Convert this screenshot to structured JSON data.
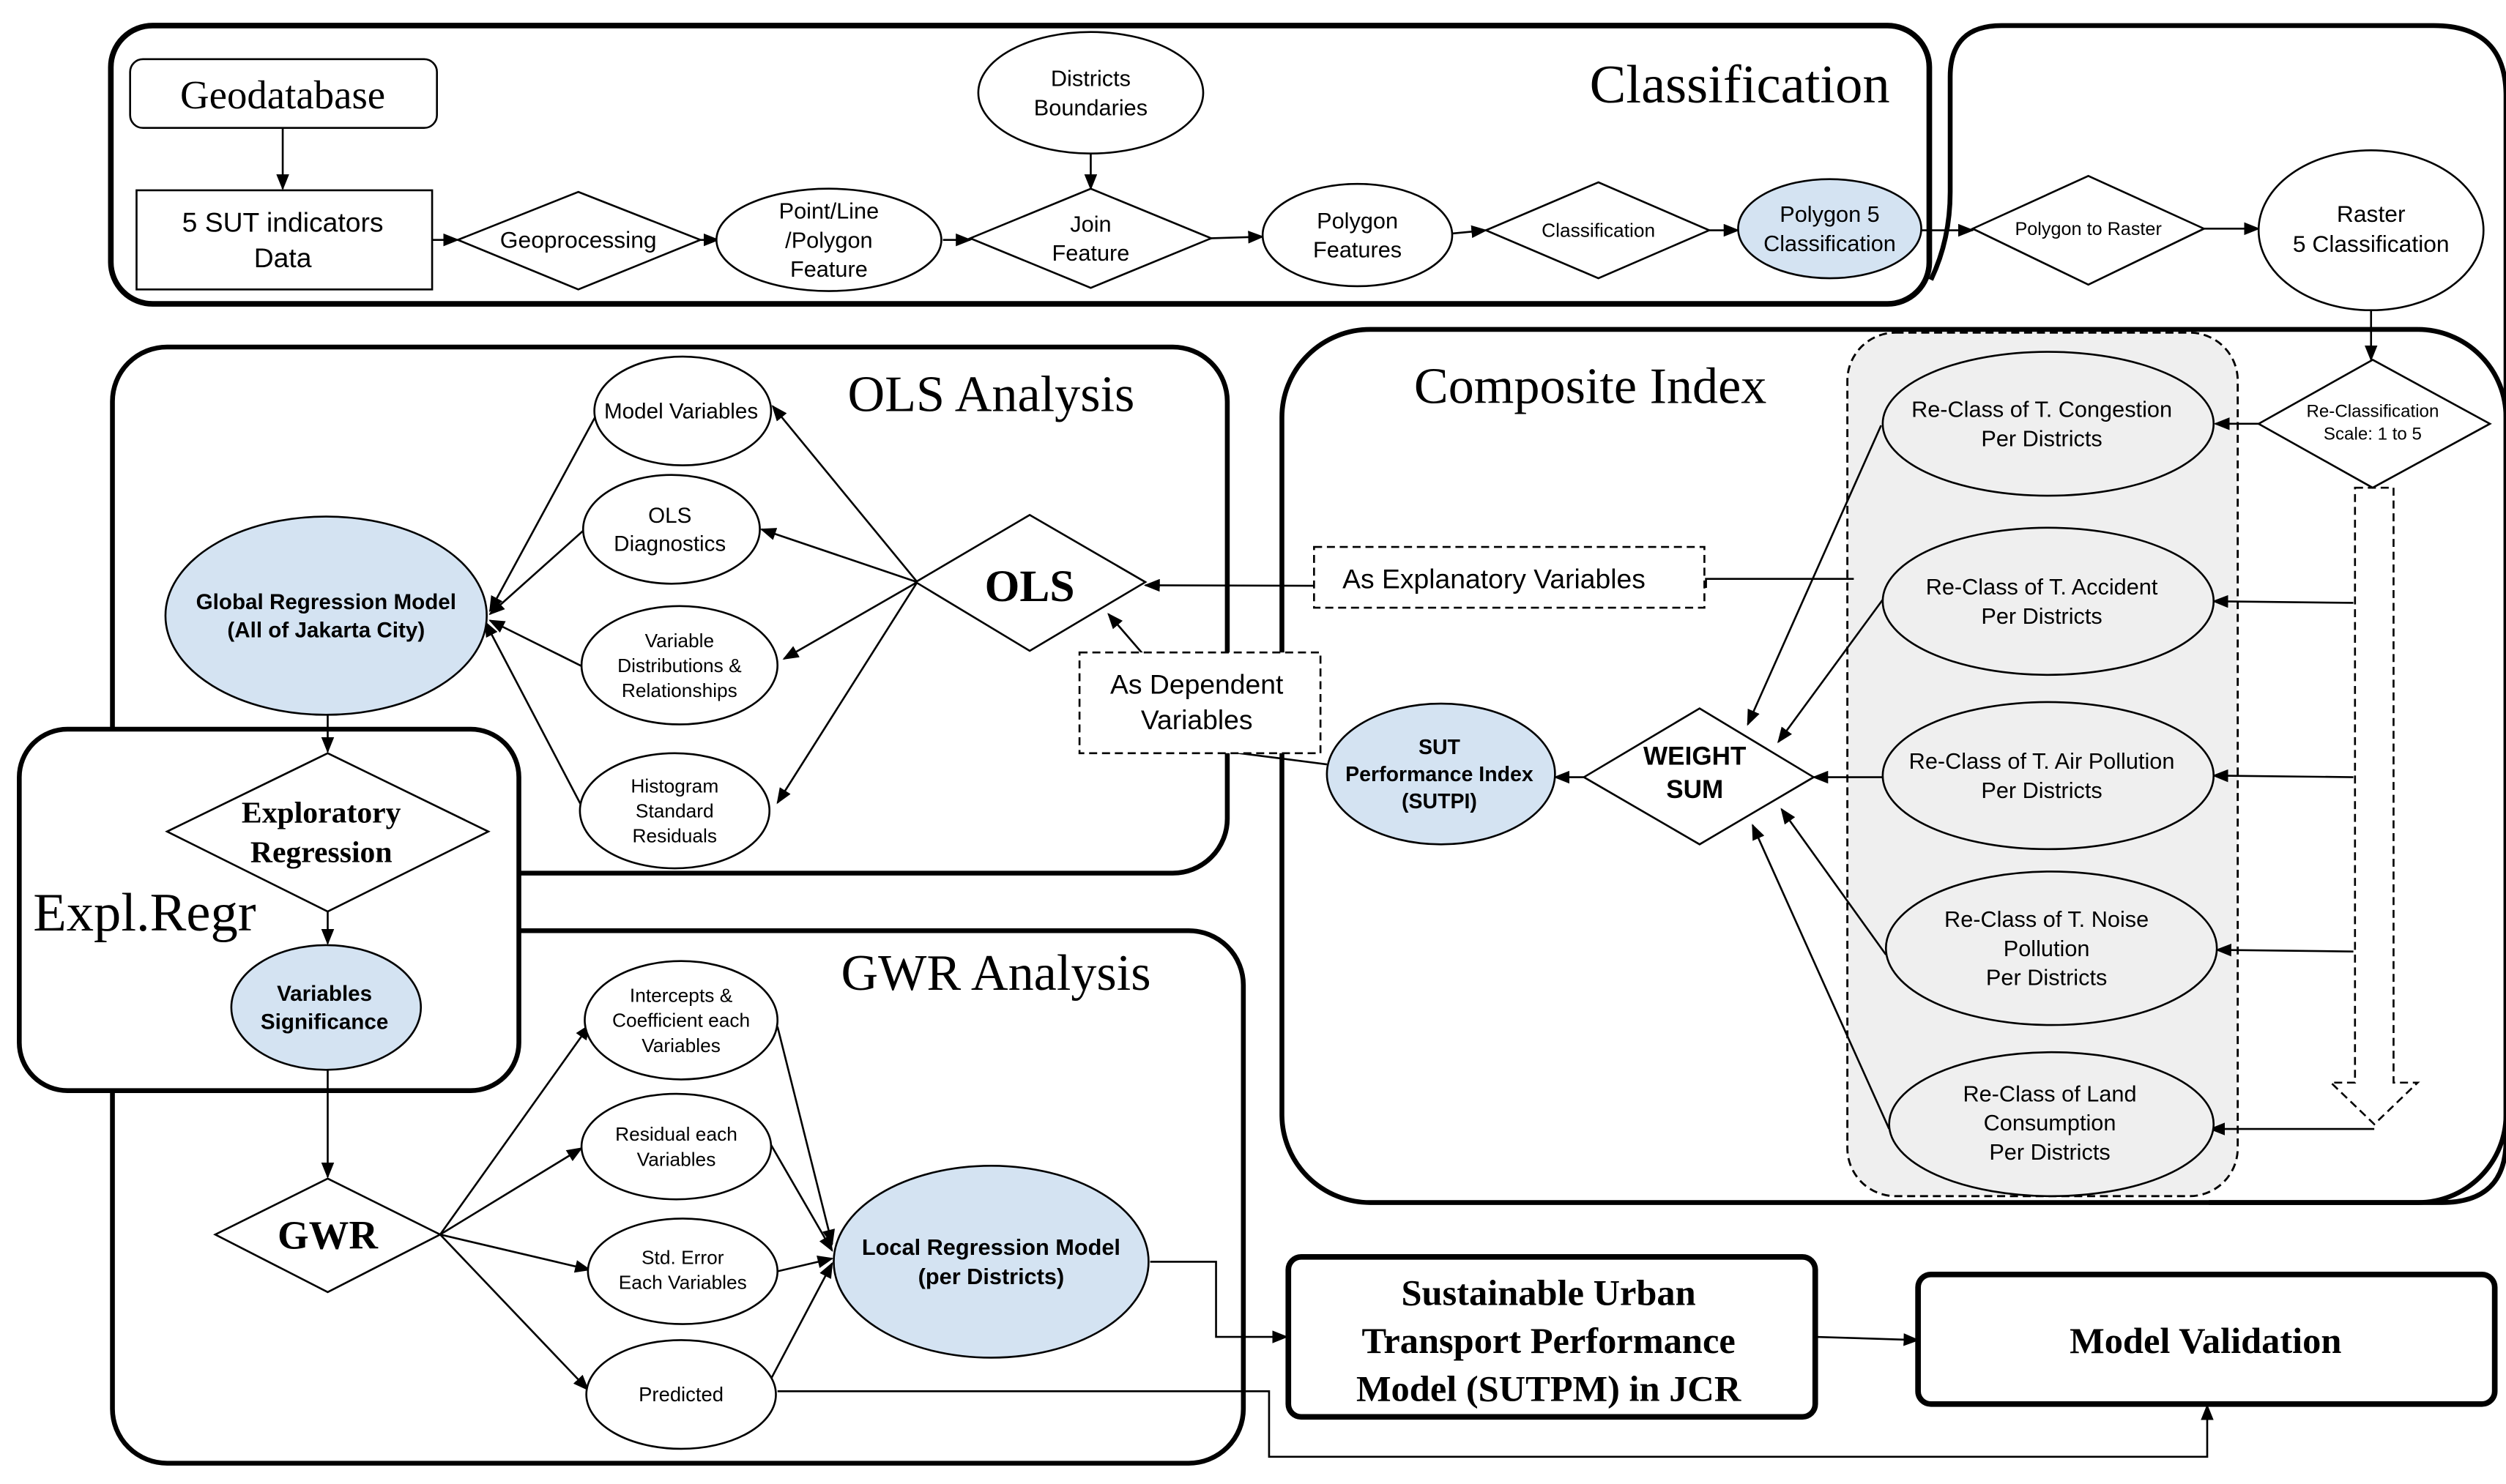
{
  "colors": {
    "stroke": "#000000",
    "highlight_fill": "#d4e3f2",
    "group_fill": "#efefef",
    "background": "#ffffff"
  },
  "sections": {
    "classification": "Classification",
    "ols": "OLS Analysis",
    "composite": "Composite Index",
    "gwr": "GWR Analysis",
    "expl_regr": "Expl.Regr"
  },
  "nodes": {
    "geodatabase": [
      "Geodatabase"
    ],
    "sut_indicators": [
      "5 SUT indicators",
      "Data"
    ],
    "geoprocessing": [
      "Geoprocessing"
    ],
    "point_line_polygon": [
      "Point/Line",
      "/Polygon",
      "Feature"
    ],
    "districts_boundaries": [
      "Districts",
      "Boundaries"
    ],
    "join_feature": [
      "Join",
      "Feature"
    ],
    "polygon_features": [
      "Polygon",
      "Features"
    ],
    "classification_step": [
      "Classification"
    ],
    "polygon_5_class": [
      "Polygon 5",
      "Classification"
    ],
    "polygon_to_raster": [
      "Polygon to Raster"
    ],
    "raster_5_class": [
      "Raster",
      "5 Classification"
    ],
    "reclassification": [
      "Re-Classification",
      "Scale: 1 to 5"
    ],
    "reclass_congestion": [
      "Re-Class of T. Congestion",
      "Per Districts"
    ],
    "reclass_accident": [
      "Re-Class of T. Accident",
      "Per Districts"
    ],
    "reclass_air": [
      "Re-Class of T. Air Pollution",
      "Per Districts"
    ],
    "reclass_noise": [
      "Re-Class of T. Noise",
      "Pollution",
      "Per Districts"
    ],
    "reclass_land": [
      "Re-Class of Land",
      "Consumption",
      "Per Districts"
    ],
    "weight_sum": [
      "WEIGHT",
      "SUM"
    ],
    "sutpi": [
      "SUT",
      "Performance Index",
      "(SUTPI)"
    ],
    "as_explanatory": [
      "As Explanatory Variables"
    ],
    "as_dependent": [
      "As Dependent",
      "Variables"
    ],
    "ols": [
      "OLS"
    ],
    "model_variables": [
      "Model Variables"
    ],
    "ols_diagnostics": [
      "OLS",
      "Diagnostics"
    ],
    "variable_distributions": [
      "Variable",
      "Distributions &",
      "Relationships"
    ],
    "histogram": [
      "Histogram",
      "Standard",
      "Residuals"
    ],
    "global_model": [
      "Global Regression Model",
      "(All of Jakarta City)"
    ],
    "exploratory_regression": [
      "Exploratory",
      "Regression"
    ],
    "variables_significance": [
      "Variables",
      "Significance"
    ],
    "gwr": [
      "GWR"
    ],
    "intercepts": [
      "Intercepts &",
      "Coefficient each",
      "Variables"
    ],
    "residual_each": [
      "Residual each",
      "Variables"
    ],
    "std_error": [
      "Std. Error",
      "Each Variables"
    ],
    "predicted": [
      "Predicted"
    ],
    "local_model": [
      "Local Regression Model",
      "(per Districts)"
    ],
    "sutpm": [
      "Sustainable Urban",
      "Transport Performance",
      "Model (SUTPM) in JCR"
    ],
    "model_validation": [
      "Model Validation"
    ]
  }
}
